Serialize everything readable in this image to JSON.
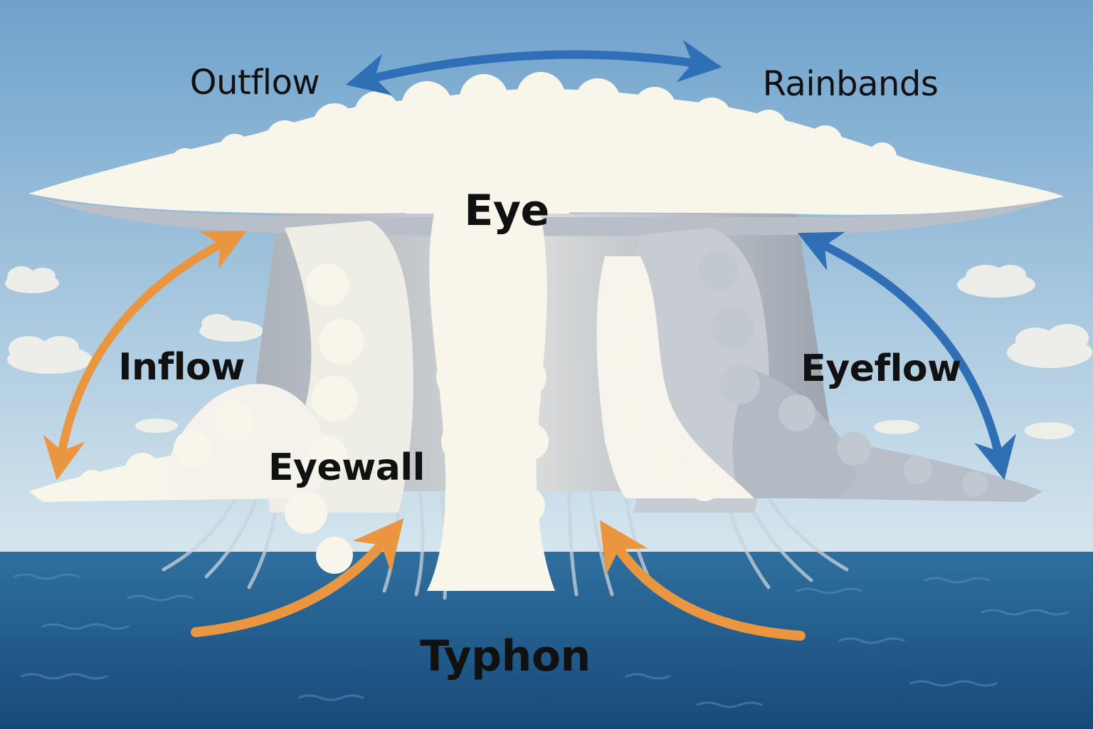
{
  "diagram": {
    "labels": {
      "outflow": "Outflow",
      "rainbands": "Rainbands",
      "eye": "Eye",
      "inflow": "Inflow",
      "eyeflow": "Eyeflow",
      "eyewall": "Eyewall",
      "typhon": "Typhon"
    },
    "colors": {
      "sky_top": "#6fa2cc",
      "sky_bottom": "#d6e6ee",
      "ocean_top": "#2f6f9f",
      "ocean_bottom": "#174a78",
      "cloud_light": "#f8f5ea",
      "cloud_shadow": "#9aa2ad",
      "arrow_blue": "#2f6fb5",
      "arrow_orange": "#ea9640"
    }
  }
}
